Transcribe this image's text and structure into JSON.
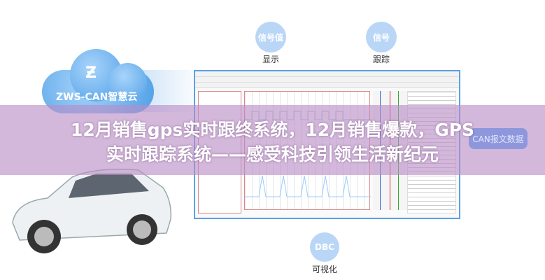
{
  "features": [
    {
      "icon_text": "信号值",
      "label": "显示"
    },
    {
      "icon_text": "信号",
      "label": "跟踪"
    },
    {
      "icon_text": "DBC",
      "label": "可视化"
    }
  ],
  "cloud": {
    "label": "ZWS-CAN智慧云"
  },
  "badge": {
    "label": "CAN报文数据"
  },
  "headline": {
    "line1": "12月销售gps实时跟终系统，12月销售爆款，GPS",
    "line2": "实时跟踪系统——感受科技引领生活新纪元"
  },
  "colors": {
    "circle": "#b9d6f7",
    "banner": "#ba8cc6",
    "window_border": "#5aa2e6"
  }
}
